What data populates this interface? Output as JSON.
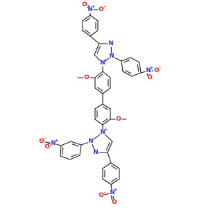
{
  "colors": {
    "carbon_bond": "#1a1a1a",
    "nitrogen": "#2929ff",
    "oxygen": "#ff1a1a"
  },
  "atom_symbols": {
    "N": "N",
    "O": "O",
    "plus": "+",
    "minus": "-"
  },
  "molecule": {
    "atoms": [
      {
        "id": "NO2a_N",
        "el": "N",
        "charge": "+"
      },
      {
        "id": "NO2a_O1",
        "el": "O",
        "charge": "-"
      },
      {
        "id": "NO2a_O2",
        "el": "O"
      },
      {
        "id": "T1_N1",
        "el": "N"
      },
      {
        "id": "T1_N2",
        "el": "N"
      },
      {
        "id": "T1_N3",
        "el": "N",
        "charge": "+"
      },
      {
        "id": "NO2b_N",
        "el": "N",
        "charge": "+"
      },
      {
        "id": "NO2b_O1",
        "el": "O",
        "charge": "-"
      },
      {
        "id": "NO2b_O2",
        "el": "O"
      },
      {
        "id": "OMe1_O",
        "el": "O"
      },
      {
        "id": "OMe2_O",
        "el": "O"
      },
      {
        "id": "T2_N3",
        "el": "N",
        "charge": "+"
      },
      {
        "id": "T2_N1",
        "el": "N"
      },
      {
        "id": "T2_N2",
        "el": "N"
      },
      {
        "id": "NO2c_N",
        "el": "N",
        "charge": "+"
      },
      {
        "id": "NO2c_O1",
        "el": "O",
        "charge": "-"
      },
      {
        "id": "NO2c_O2",
        "el": "O"
      },
      {
        "id": "NO2d_N",
        "el": "N",
        "charge": "+"
      },
      {
        "id": "NO2d_O1",
        "el": "O",
        "charge": "-"
      },
      {
        "id": "NO2d_O2",
        "el": "O"
      }
    ]
  }
}
